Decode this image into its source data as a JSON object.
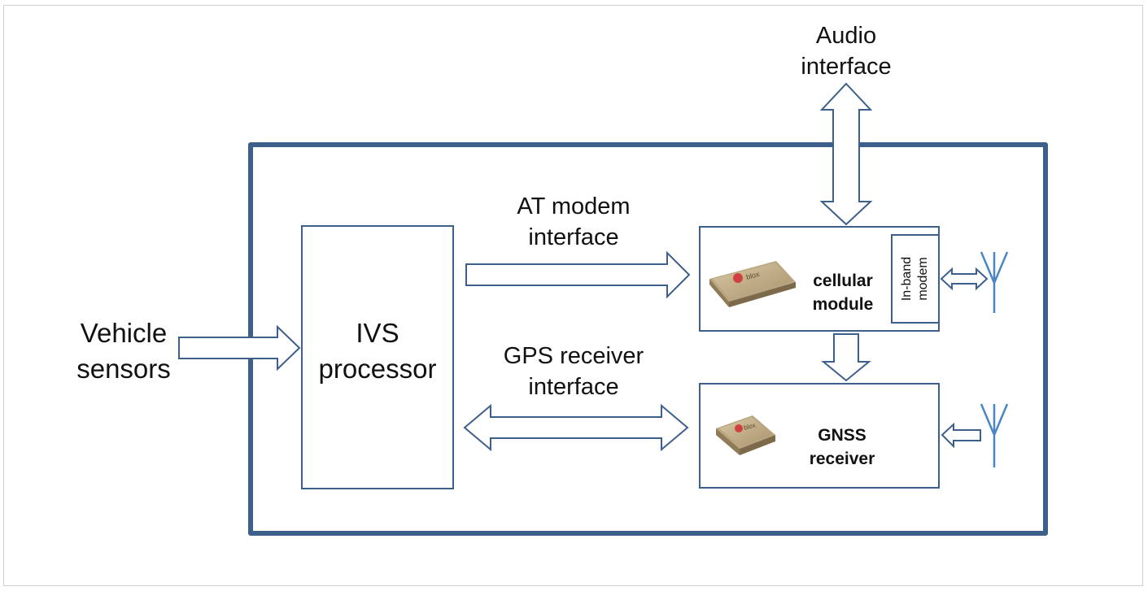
{
  "diagram": {
    "labels": {
      "audio_line1": "Audio",
      "audio_line2": "interface",
      "at_line1": "AT modem",
      "at_line2": "interface",
      "gps_line1": "GPS receiver",
      "gps_line2": "interface",
      "vehicle_line1": "Vehicle",
      "vehicle_line2": "sensors"
    },
    "blocks": {
      "ivs_line1": "IVS",
      "ivs_line2": "processor",
      "cellular_line1": "cellular",
      "cellular_line2": "module",
      "inband": "In-band\nmodem",
      "gnss_line1": "GNSS",
      "gnss_line2": "receiver"
    },
    "colors": {
      "outline": "#3d5f8c",
      "antenna": "#4a86c6",
      "frame": "#cfcfcf"
    },
    "icons": [
      "cellular-chip-icon",
      "gnss-chip-icon",
      "antenna-icon"
    ]
  }
}
